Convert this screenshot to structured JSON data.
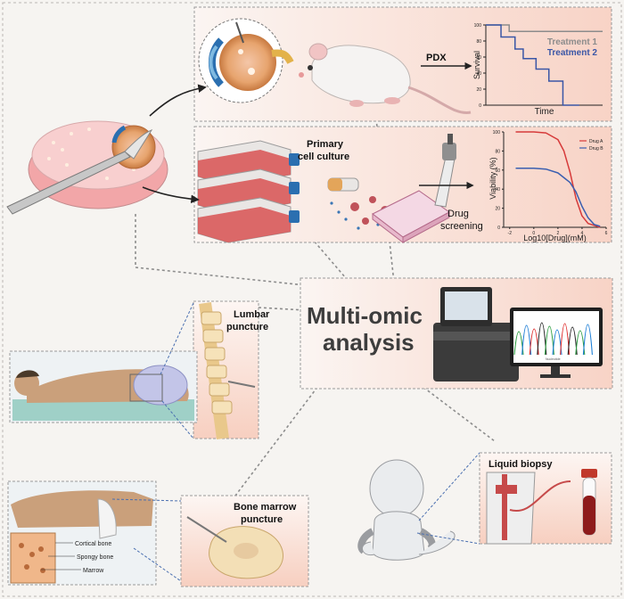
{
  "labels": {
    "pdx": "PDX",
    "primary_line1": "Primary",
    "primary_line2": "cell culture",
    "drug_screening_line1": "Drug",
    "drug_screening_line2": "screening",
    "multi_line1": "Multi-omic",
    "multi_line2": "analysis",
    "lumbar_line1": "Lumbar",
    "lumbar_line2": "puncture",
    "bone_line1": "Bone marrow",
    "bone_line2": "puncture",
    "liquid_biopsy": "Liquid biopsy",
    "cortical_bone": "Cortical bone",
    "spongy_bone": "Spongy bone",
    "marrow": "Marrow",
    "sequencer_caption": "Nucleotide"
  },
  "colors": {
    "panel_peach": "#f9ddd2",
    "panel_border": "#8a8a8a",
    "petri_pink": "#f4a5a7",
    "flask_red": "#d95a5a",
    "cap_blue": "#2b6fb0",
    "treatment1": "#8c8c8c",
    "treatment2": "#3a56a6",
    "drugA": "#d63a3a",
    "drugB": "#3a5fb0"
  },
  "chart_data": [
    {
      "type": "line",
      "ylabel": "Survival",
      "xlabel": "Time",
      "ylim": [
        0,
        100
      ],
      "yticks": [
        0,
        20,
        40,
        60,
        80,
        100
      ],
      "series": [
        {
          "name": "Treatment 1",
          "x": [
            0,
            2,
            2,
            10
          ],
          "y": [
            100,
            100,
            92,
            92
          ]
        },
        {
          "name": "Treatment 2",
          "x": [
            0,
            1.3,
            1.3,
            2.5,
            2.5,
            3.2,
            3.2,
            4.3,
            4.3,
            5.4,
            5.4,
            6.6,
            6.6,
            8
          ],
          "y": [
            100,
            100,
            85,
            85,
            70,
            70,
            58,
            58,
            45,
            45,
            30,
            30,
            0,
            0
          ]
        }
      ]
    },
    {
      "type": "line",
      "ylabel": "Viability (%)",
      "xlabel": "Log10[Drug](mM)",
      "xlim": [
        -2.5,
        6
      ],
      "ylim": [
        0,
        100
      ],
      "xticks": [
        -2,
        0,
        2,
        4,
        6
      ],
      "yticks": [
        0,
        20,
        40,
        60,
        80,
        100
      ],
      "series": [
        {
          "name": "Drug A",
          "x": [
            -1.5,
            0,
            1,
            2,
            2.5,
            3,
            3.5,
            4,
            4.5,
            5.5
          ],
          "y": [
            100,
            100,
            99,
            92,
            80,
            58,
            30,
            12,
            4,
            0
          ]
        },
        {
          "name": "Drug B",
          "x": [
            -1.5,
            0,
            1,
            2,
            3,
            3.5,
            4,
            4.5,
            5,
            5.5
          ],
          "y": [
            62,
            62,
            61,
            57,
            47,
            37,
            22,
            10,
            3,
            1
          ]
        }
      ]
    }
  ]
}
